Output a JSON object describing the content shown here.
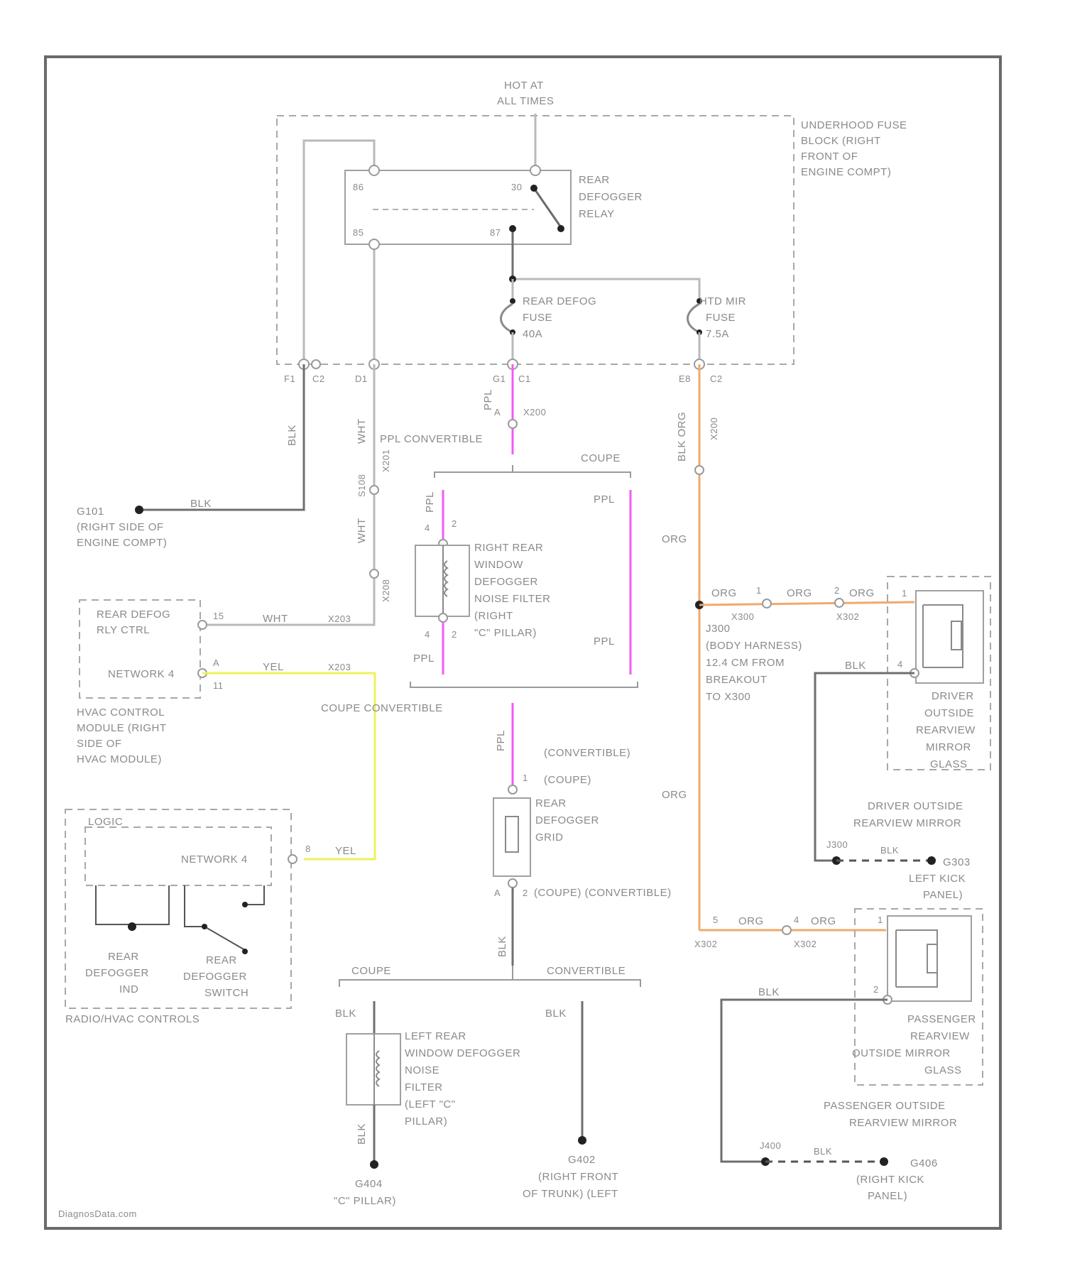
{
  "colors": {
    "ppl_wire": "#f25cf2",
    "org_wire": "#f3a86a",
    "yel_wire": "#eef25a",
    "gray_wire": "#b9b9b9",
    "dark_wire": "#6f6f6f"
  },
  "texts": {
    "hot_1": "HOT AT",
    "hot_2": "ALL TIMES",
    "ufb_1": "UNDERHOOD FUSE",
    "ufb_2": "BLOCK (RIGHT",
    "ufb_3": "FRONT OF",
    "ufb_4": "ENGINE COMPT)",
    "relay_1": "REAR",
    "relay_2": "DEFOGGER",
    "relay_3": "RELAY",
    "relay_p86": "86",
    "relay_p85": "85",
    "relay_p30": "30",
    "relay_p87": "87",
    "fuse1_1": "REAR DEFOG",
    "fuse1_2": "FUSE",
    "fuse1_3": "40A",
    "fuse2_1": "HTD MIR",
    "fuse2_2": "FUSE",
    "fuse2_3": "7.5A",
    "c_f1": "F1",
    "c_c2a": "C2",
    "c_d1": "D1",
    "c_g1": "G1",
    "c_c1": "C1",
    "c_e8": "E8",
    "c_c2b": "C2",
    "w_blk": "BLK",
    "w_wht": "WHT",
    "w_ppl": "PPL",
    "w_ppl_a": "A",
    "s_x200": "X200",
    "w_ppl_conv": "PPL CONVERTIBLE",
    "w_wht_2": "WHT",
    "w_s108": "S108",
    "w_blk_org": "BLK ORG",
    "w_x201": "X201",
    "g101_1": "G101",
    "g101_2": "(RIGHT SIDE OF",
    "g101_3": "ENGINE COMPT)",
    "w_blk_g101": "BLK",
    "coupe_top": "COUPE",
    "w_ppl_l": "PPL",
    "w_ppl_r": "PPL",
    "rrf_p4": "4",
    "rrf_p2": "2",
    "rrf_1": "RIGHT REAR",
    "rrf_2": "WINDOW",
    "rrf_3": "DEFOGGER",
    "rrf_4": "NOISE FILTER",
    "rrf_5": "(RIGHT",
    "rrf_6": "\"C\" PILLAR)",
    "rrf_p4b": "4",
    "rrf_p2b": "2",
    "w_ppl_l2": "PPL",
    "w_ppl_r2": "PPL",
    "w_org_1": "ORG",
    "w_wht_3": "WHT",
    "w_x208": "X208",
    "hvac_1": "REAR DEFOG",
    "hvac_2": "RLY CTRL",
    "hvac_net": "NETWORK 4",
    "hvac_p15": "15",
    "hvac_pa": "A",
    "hvac_p11": "11",
    "w_wht_h": "WHT",
    "w_x203": "X203",
    "w_yel_h": "YEL",
    "w_x203b": "X203",
    "hvacm_1": "HVAC CONTROL",
    "hvacm_2": "MODULE (RIGHT",
    "hvacm_3": "SIDE OF",
    "hvacm_4": "HVAC MODULE)",
    "coupe_conv": "COUPE CONVERTIBLE",
    "s_x200b": "X200",
    "w_org_s": "ORG",
    "w_org_s2": "ORG",
    "s_x300": "X300",
    "s_x302": "X302",
    "w_org_m1": "ORG",
    "w_org_m2": "ORG",
    "w_org_m3": "ORG",
    "pin_1": "1",
    "pin_2": "2",
    "body_1": "J300",
    "body_2": "(BODY HARNESS)",
    "body_3": "12.4 CM FROM",
    "body_4": "BREAKOUT",
    "body_5": "TO X300",
    "dmg_p1": "1",
    "dmg_p4": "4",
    "w_blk_d": "BLK",
    "dmg_1": "DRIVER",
    "dmg_2": "OUTSIDE",
    "dmg_3": "REARVIEW",
    "dmg_4": "MIRROR",
    "dmg_5": "GLASS",
    "dm_1": "DRIVER OUTSIDE",
    "dm_2": "REARVIEW MIRROR",
    "w_ppl_c": "PPL",
    "w_conv": "(CONVERTIBLE)",
    "w_coupe": "(COUPE)",
    "grid_p1": "1",
    "grid_1": "REAR",
    "grid_2": "DEFOGGER",
    "grid_3": "GRID",
    "grid_p2": "2",
    "grid_cc": "(COUPE) (CONVERTIBLE)",
    "grid_pa": "A",
    "w_blk_g": "BLK",
    "w_org_2": "ORG",
    "j300": "J300",
    "w_blk_j": "BLK",
    "g303_1": "G303",
    "g303_2": "LEFT KICK",
    "g303_3": "PANEL)",
    "radio_logic": "LOGIC",
    "radio_net": "NETWORK 4",
    "radio_p8": "8",
    "w_yel_r": "YEL",
    "radio_ind_1": "REAR",
    "radio_ind_2": "DEFOGGER",
    "radio_ind_3": "IND",
    "radio_sw_1": "REAR",
    "radio_sw_2": "DEFOGGER",
    "radio_sw_3": "SWITCH",
    "radio_title": "RADIO/HVAC CONTROLS",
    "w_x302a": "X302",
    "w_org_p1": "ORG",
    "w_org_p2": "ORG",
    "pin_5": "5",
    "pin_4": "4",
    "w_x302b": "X302",
    "pmg_p1": "1",
    "pmg_p2": "2",
    "coupe_b": "COUPE",
    "conv_b": "CONVERTIBLE",
    "w_blk_pm": "BLK",
    "pmg_1": "PASSENGER",
    "pmg_2": "REARVIEW",
    "pmg_3": "OUTSIDE MIRROR",
    "pmg_4": "GLASS",
    "pm_1": "PASSENGER OUTSIDE",
    "pm_2": "REARVIEW MIRROR",
    "w_blk_l": "BLK",
    "w_blk_r": "BLK",
    "lrf_1": "LEFT REAR",
    "lrf_2": "WINDOW DEFOGGER",
    "lrf_3": "NOISE",
    "lrf_4": "FILTER",
    "lrf_5": "(LEFT \"C\"",
    "lrf_6": "PILLAR)",
    "w_blk_l2": "BLK",
    "g404_1": "G404",
    "g404_2": "\"C\" PILLAR)",
    "g402_1": "G402",
    "g402_2": "(RIGHT FRONT",
    "g402_3": "OF TRUNK) (LEFT",
    "j400": "J400",
    "w_blk_p": "BLK",
    "g406_1": "G406",
    "g406_2": "(RIGHT KICK",
    "g406_3": "PANEL)",
    "footer": "DiagnosData.com"
  }
}
